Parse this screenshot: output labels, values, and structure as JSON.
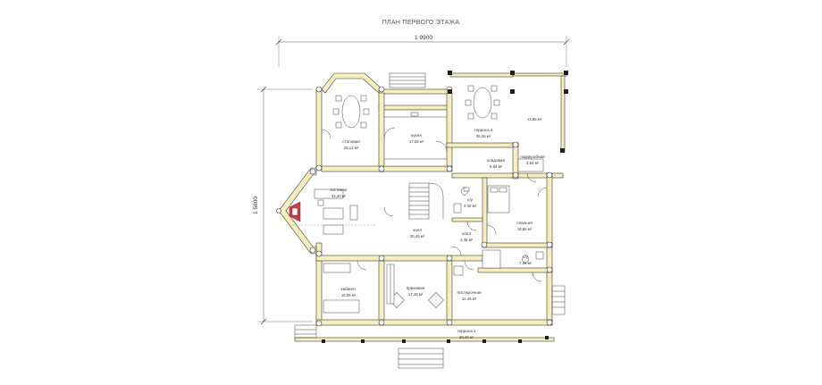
{
  "title": "ПЛАН ПЕРВОГО ЭТАЖА",
  "dimensions": {
    "width_label": "1 9900",
    "height_label": "1 5800"
  },
  "rooms": {
    "dining": {
      "name": "столовая",
      "area": "25,12 м²"
    },
    "kitchen": {
      "name": "кухня",
      "area": "17,38 м²"
    },
    "terrace2": {
      "name": "терраса 2",
      "area": "26,26 м²"
    },
    "terrace_side": {
      "name": "",
      "area": "13,95 м²"
    },
    "living": {
      "name": "гостиная",
      "area": "34,40 м²"
    },
    "storage": {
      "name": "кладовая",
      "area": "5,84 м²"
    },
    "wardrobe": {
      "name": "гардеробная",
      "area": "3,53 м²"
    },
    "wc1": {
      "name": "с/у",
      "area": "4,30 м²"
    },
    "hall": {
      "name": "холл",
      "area": "25,45 м²"
    },
    "hall2": {
      "name": "холл",
      "area": "4,46 м²"
    },
    "bedroom": {
      "name": "спальня",
      "area": "16,86 м²"
    },
    "wc2": {
      "name": "с/у",
      "area": "7,29 м²"
    },
    "study": {
      "name": "кабинет",
      "area": "15,05 м²"
    },
    "entrance": {
      "name": "прихожая",
      "area": "17,48 м²"
    },
    "laundry": {
      "name": "постирочная",
      "area": "12,45 м²"
    },
    "terrace1": {
      "name": "терраса 1",
      "area": "29,40 м²"
    }
  }
}
